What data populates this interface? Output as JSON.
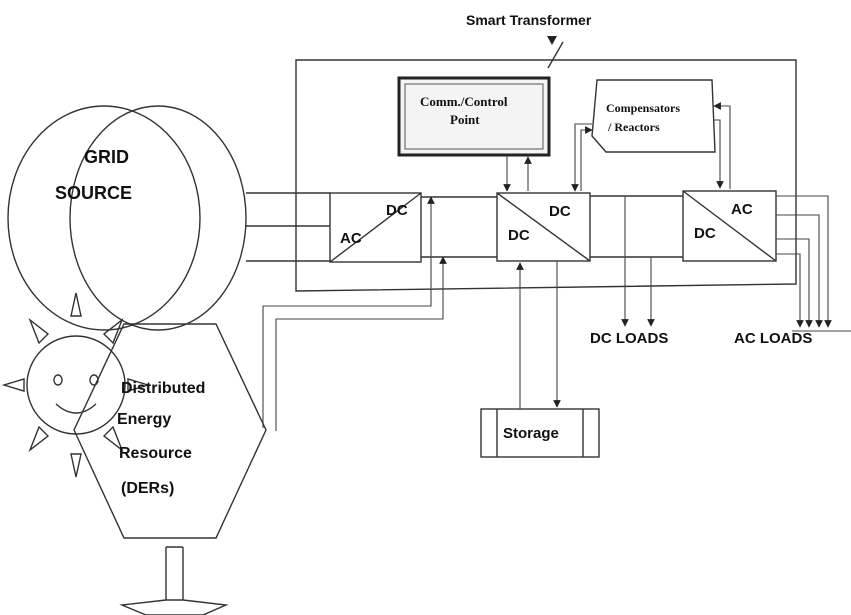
{
  "title": "Smart Transformer",
  "grid_source": {
    "line1": "GRID",
    "line2": "SOURCE"
  },
  "converters": {
    "ac_dc": {
      "left": "AC",
      "right": "DC"
    },
    "dc_dc": {
      "left": "DC",
      "right": "DC"
    },
    "dc_ac": {
      "left": "DC",
      "right": "AC"
    }
  },
  "comm_control": {
    "line1": "Comm./Control",
    "line2": "Point"
  },
  "compensators": {
    "line1": "Compensators",
    "line2": "/ Reactors"
  },
  "storage": "Storage",
  "dc_loads": "DC LOADS",
  "ac_loads": "AC LOADS",
  "der": {
    "line1": "Distributed",
    "line2": "Energy",
    "line3": "Resource",
    "line4": "(DERs)"
  },
  "colors": {
    "line": "#333333",
    "fill": "#f2f2f2",
    "comm_fill": "#f4f4f4",
    "comm_border": "#222222"
  }
}
